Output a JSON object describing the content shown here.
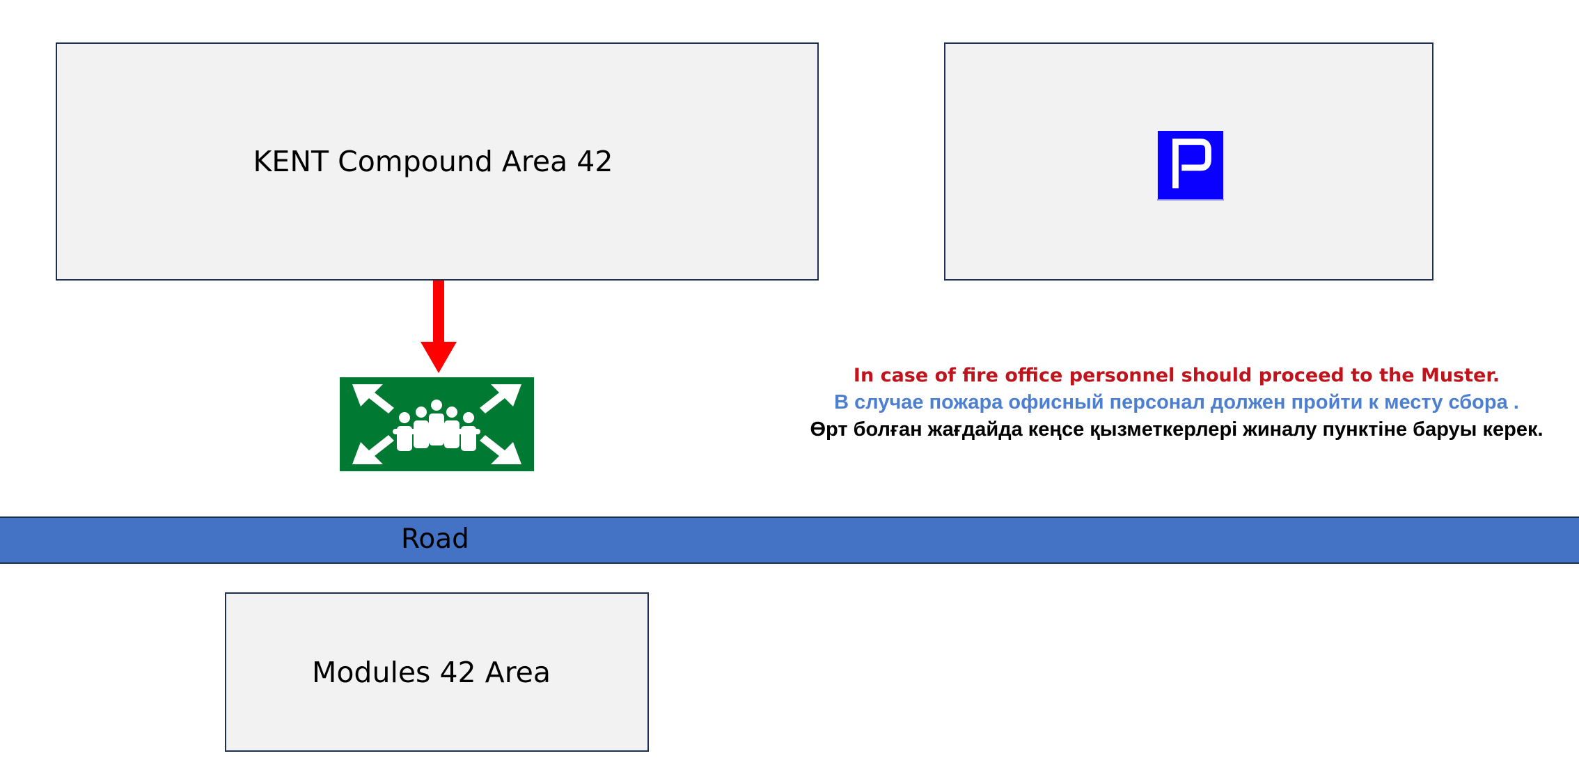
{
  "areas": {
    "kent_compound": "KENT Compound Area 42",
    "parking": {
      "icon": "parking-sign-icon",
      "letter": "P",
      "color": "#0a00ff"
    },
    "modules": "Modules 42 Area"
  },
  "road": {
    "label": "Road",
    "color": "#4472c4"
  },
  "evacuation_arrow": {
    "icon": "arrow-down-icon",
    "color": "#ff0000"
  },
  "muster_point": {
    "icon": "assembly-point-icon",
    "color": "#007a33"
  },
  "notice": {
    "english": "In case of fire office personnel should proceed to the Muster.",
    "russian": "В случае пожара офисный персонал должен пройти к месту сбора .",
    "kazakh": "Өрт болған жағдайда кеңсе қызметкерлері  жиналу пунктіне  баруы керек."
  },
  "colors": {
    "box_fill": "#f2f2f2",
    "box_border": "#1f2f4f",
    "notice_english": "#c0141c",
    "notice_russian": "#4d7fd1",
    "notice_kazakh": "#000000"
  }
}
